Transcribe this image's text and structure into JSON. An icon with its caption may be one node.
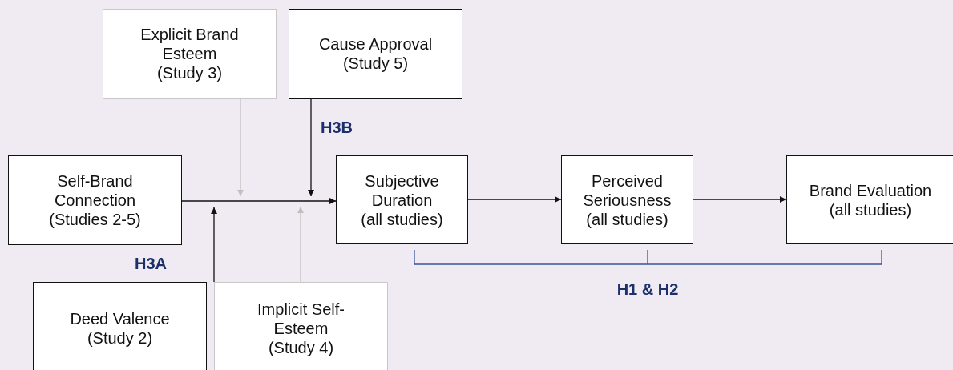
{
  "diagram": {
    "nodes": [
      {
        "text": [
          "Explicit Brand Esteem",
          "(Study 3)"
        ]
      },
      {
        "text": [
          "Cause Approval",
          "(Study 5)"
        ]
      },
      {
        "text": [
          "Self-Brand Connection",
          "(Studies 2-5)"
        ]
      },
      {
        "text": [
          "Subjective Duration",
          "(all studies)"
        ]
      },
      {
        "text": [
          "Perceived Seriousness",
          "(all studies)"
        ]
      },
      {
        "text": [
          "Brand Evaluation",
          "(all studies)"
        ]
      },
      {
        "text": [
          "Deed Valence",
          "(Study 2)"
        ]
      },
      {
        "text": [
          "Implicit Self-Esteem",
          "(Study 4)"
        ]
      }
    ],
    "edges": [
      {
        "from": 0,
        "to": null,
        "arrow": "to",
        "color": "#c0c0c0"
      },
      {
        "from": 1,
        "to": null,
        "arrow": "to",
        "label": "H3B"
      },
      {
        "from": 6,
        "to": null,
        "arrow": "to",
        "label": "H3A"
      },
      {
        "from": 7,
        "to": null,
        "arrow": "to",
        "color": "#c0c0c0"
      },
      {
        "from": 2,
        "to": 3,
        "arrow": "to"
      },
      {
        "from": 3,
        "to": 4,
        "arrow": "to"
      },
      {
        "from": 4,
        "to": 5,
        "arrow": "to"
      }
    ],
    "labels": [
      "H1 & H2"
    ]
  }
}
